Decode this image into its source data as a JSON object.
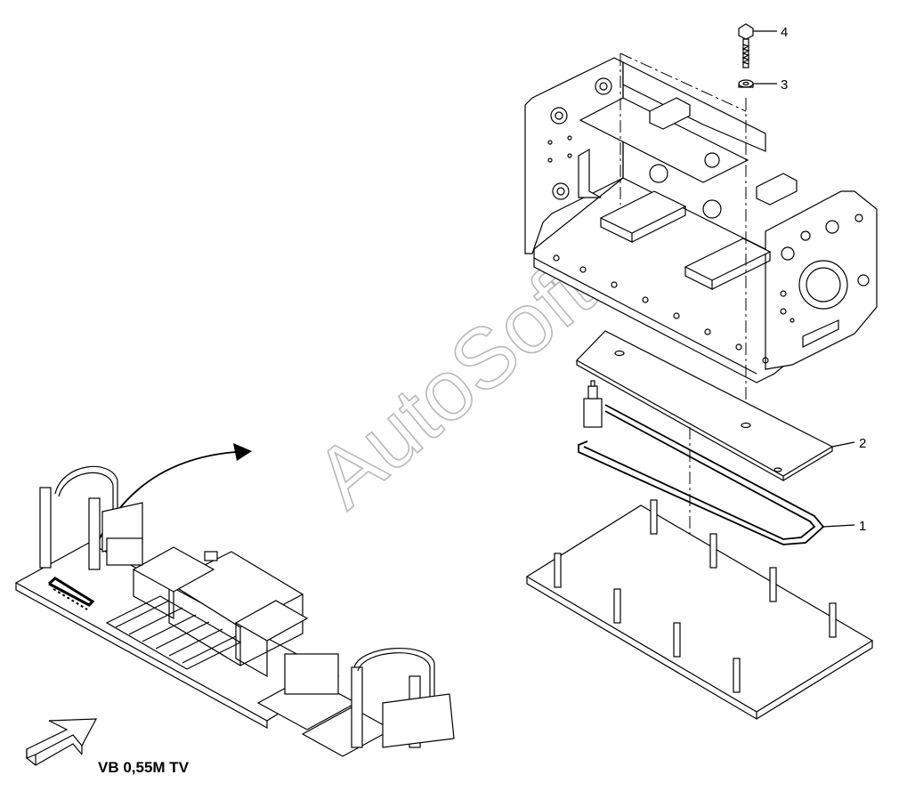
{
  "diagram": {
    "caption": "VB 0,55M TV",
    "watermark": "AutoSoft",
    "callouts": [
      {
        "id": "1",
        "label": "1"
      },
      {
        "id": "2",
        "label": "2"
      },
      {
        "id": "3",
        "label": "3"
      },
      {
        "id": "4",
        "label": "4"
      }
    ]
  }
}
